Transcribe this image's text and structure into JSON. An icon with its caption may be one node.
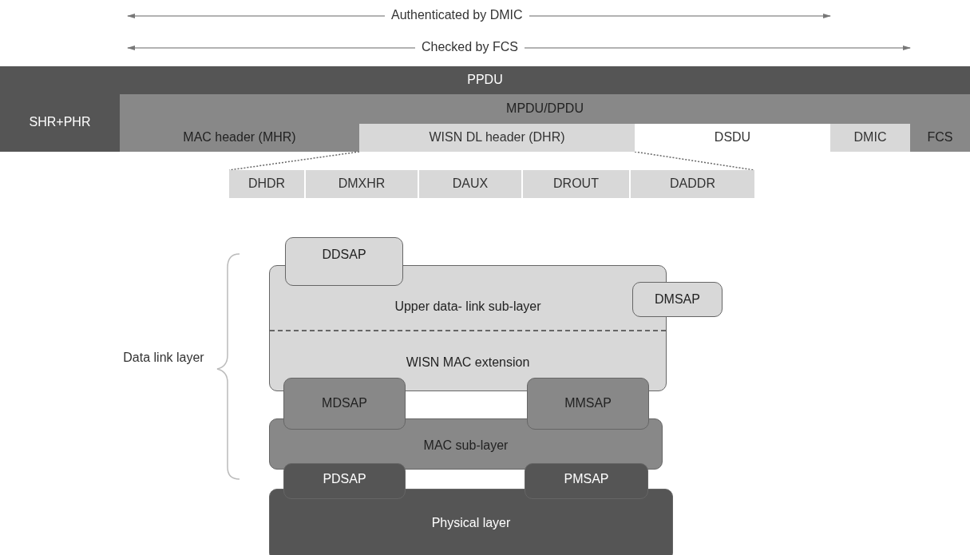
{
  "diagram": {
    "nodes": [
      {
        "text": [
          "PPDU"
        ]
      },
      {
        "text": [
          "SHR+PHR"
        ]
      },
      {
        "text": [
          "MPDU/DPDU"
        ]
      },
      {
        "text": [
          "MAC header (MHR)"
        ]
      },
      {
        "text": [
          "WISN DL header (DHR)"
        ]
      },
      {
        "text": [
          "DSDU"
        ]
      },
      {
        "text": [
          "DMIC"
        ]
      },
      {
        "text": [
          "FCS"
        ]
      },
      {
        "text": [
          "DHDR"
        ]
      },
      {
        "text": [
          "DMXHR"
        ]
      },
      {
        "text": [
          "DAUX"
        ]
      },
      {
        "text": [
          "DROUT"
        ]
      },
      {
        "text": [
          "DADDR"
        ]
      },
      {
        "text": [
          "DDSAP"
        ]
      },
      {
        "text": [
          "Upper data- link sub-layer",
          "WISN MAC extension"
        ]
      },
      {
        "text": [
          "DMSAP"
        ]
      },
      {
        "text": [
          "MDSAP"
        ]
      },
      {
        "text": [
          "MMSAP"
        ]
      },
      {
        "text": [
          "MAC sub-layer"
        ]
      },
      {
        "text": [
          "PDSAP"
        ]
      },
      {
        "text": [
          "PMSAP"
        ]
      },
      {
        "text": [
          "Physical layer"
        ]
      }
    ],
    "edges": [
      {
        "from": 4,
        "to": 8,
        "arrow": "none",
        "style": "dashed"
      },
      {
        "from": 4,
        "to": 12,
        "arrow": "none",
        "style": "dashed"
      }
    ],
    "labels": [
      "Authenticated by DMIC",
      "Checked by FCS",
      "Data link layer"
    ]
  }
}
